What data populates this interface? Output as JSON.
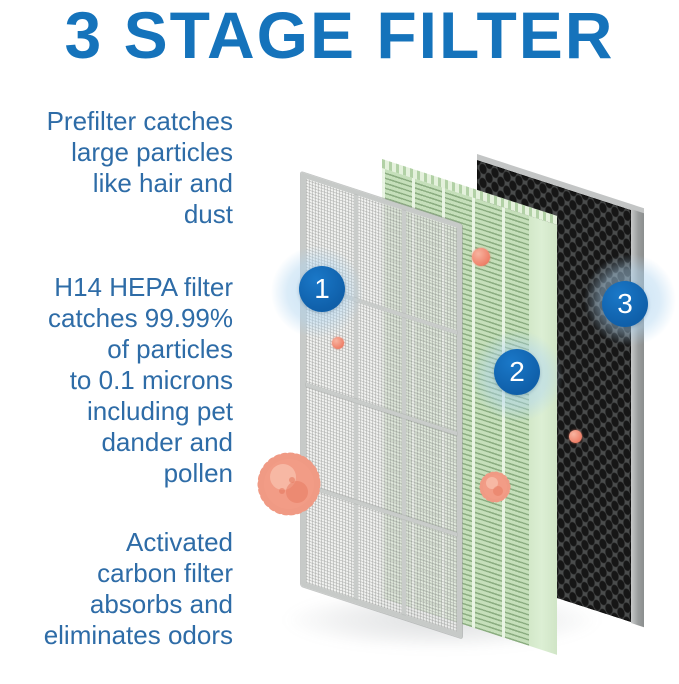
{
  "title": "3 STAGE FILTER",
  "stages": [
    {
      "number": "1",
      "filter": "prefilter",
      "lines": [
        "Prefilter catches",
        "large particles",
        "like hair and",
        "dust"
      ]
    },
    {
      "number": "2",
      "filter": "h14-hepa-filter",
      "lines": [
        "H14 HEPA filter",
        "catches 99.99%",
        "of particles",
        "to 0.1 microns",
        "including pet",
        "dander and",
        "pollen"
      ]
    },
    {
      "number": "3",
      "filter": "activated-carbon-filter",
      "lines": [
        "Activated",
        "carbon filter",
        "absorbs and",
        "eliminates odors"
      ]
    }
  ],
  "colors": {
    "title_blue": "#1573bb",
    "body_text_blue": "#2e6ca7",
    "badge_blue": "#0f5fa9",
    "halo_blue": "#b0d5f0",
    "hepa_green": "#c5dfba",
    "hepa_green_side": "#dcefd4",
    "prefilter_mesh_gray": "#e9eae8",
    "frame_gray": "#c7cac8",
    "carbon_dark": "#4a4c4c",
    "carbon_frame_gray": "#9a9d9d",
    "particle_coral": "#f29a84"
  },
  "graphics": {
    "pollen_particle_large": "spiky coral pollen ball",
    "pollen_particle_medium": "small spiky coral pollen ball",
    "dust_dots": "small coral dots on each filter panel"
  }
}
